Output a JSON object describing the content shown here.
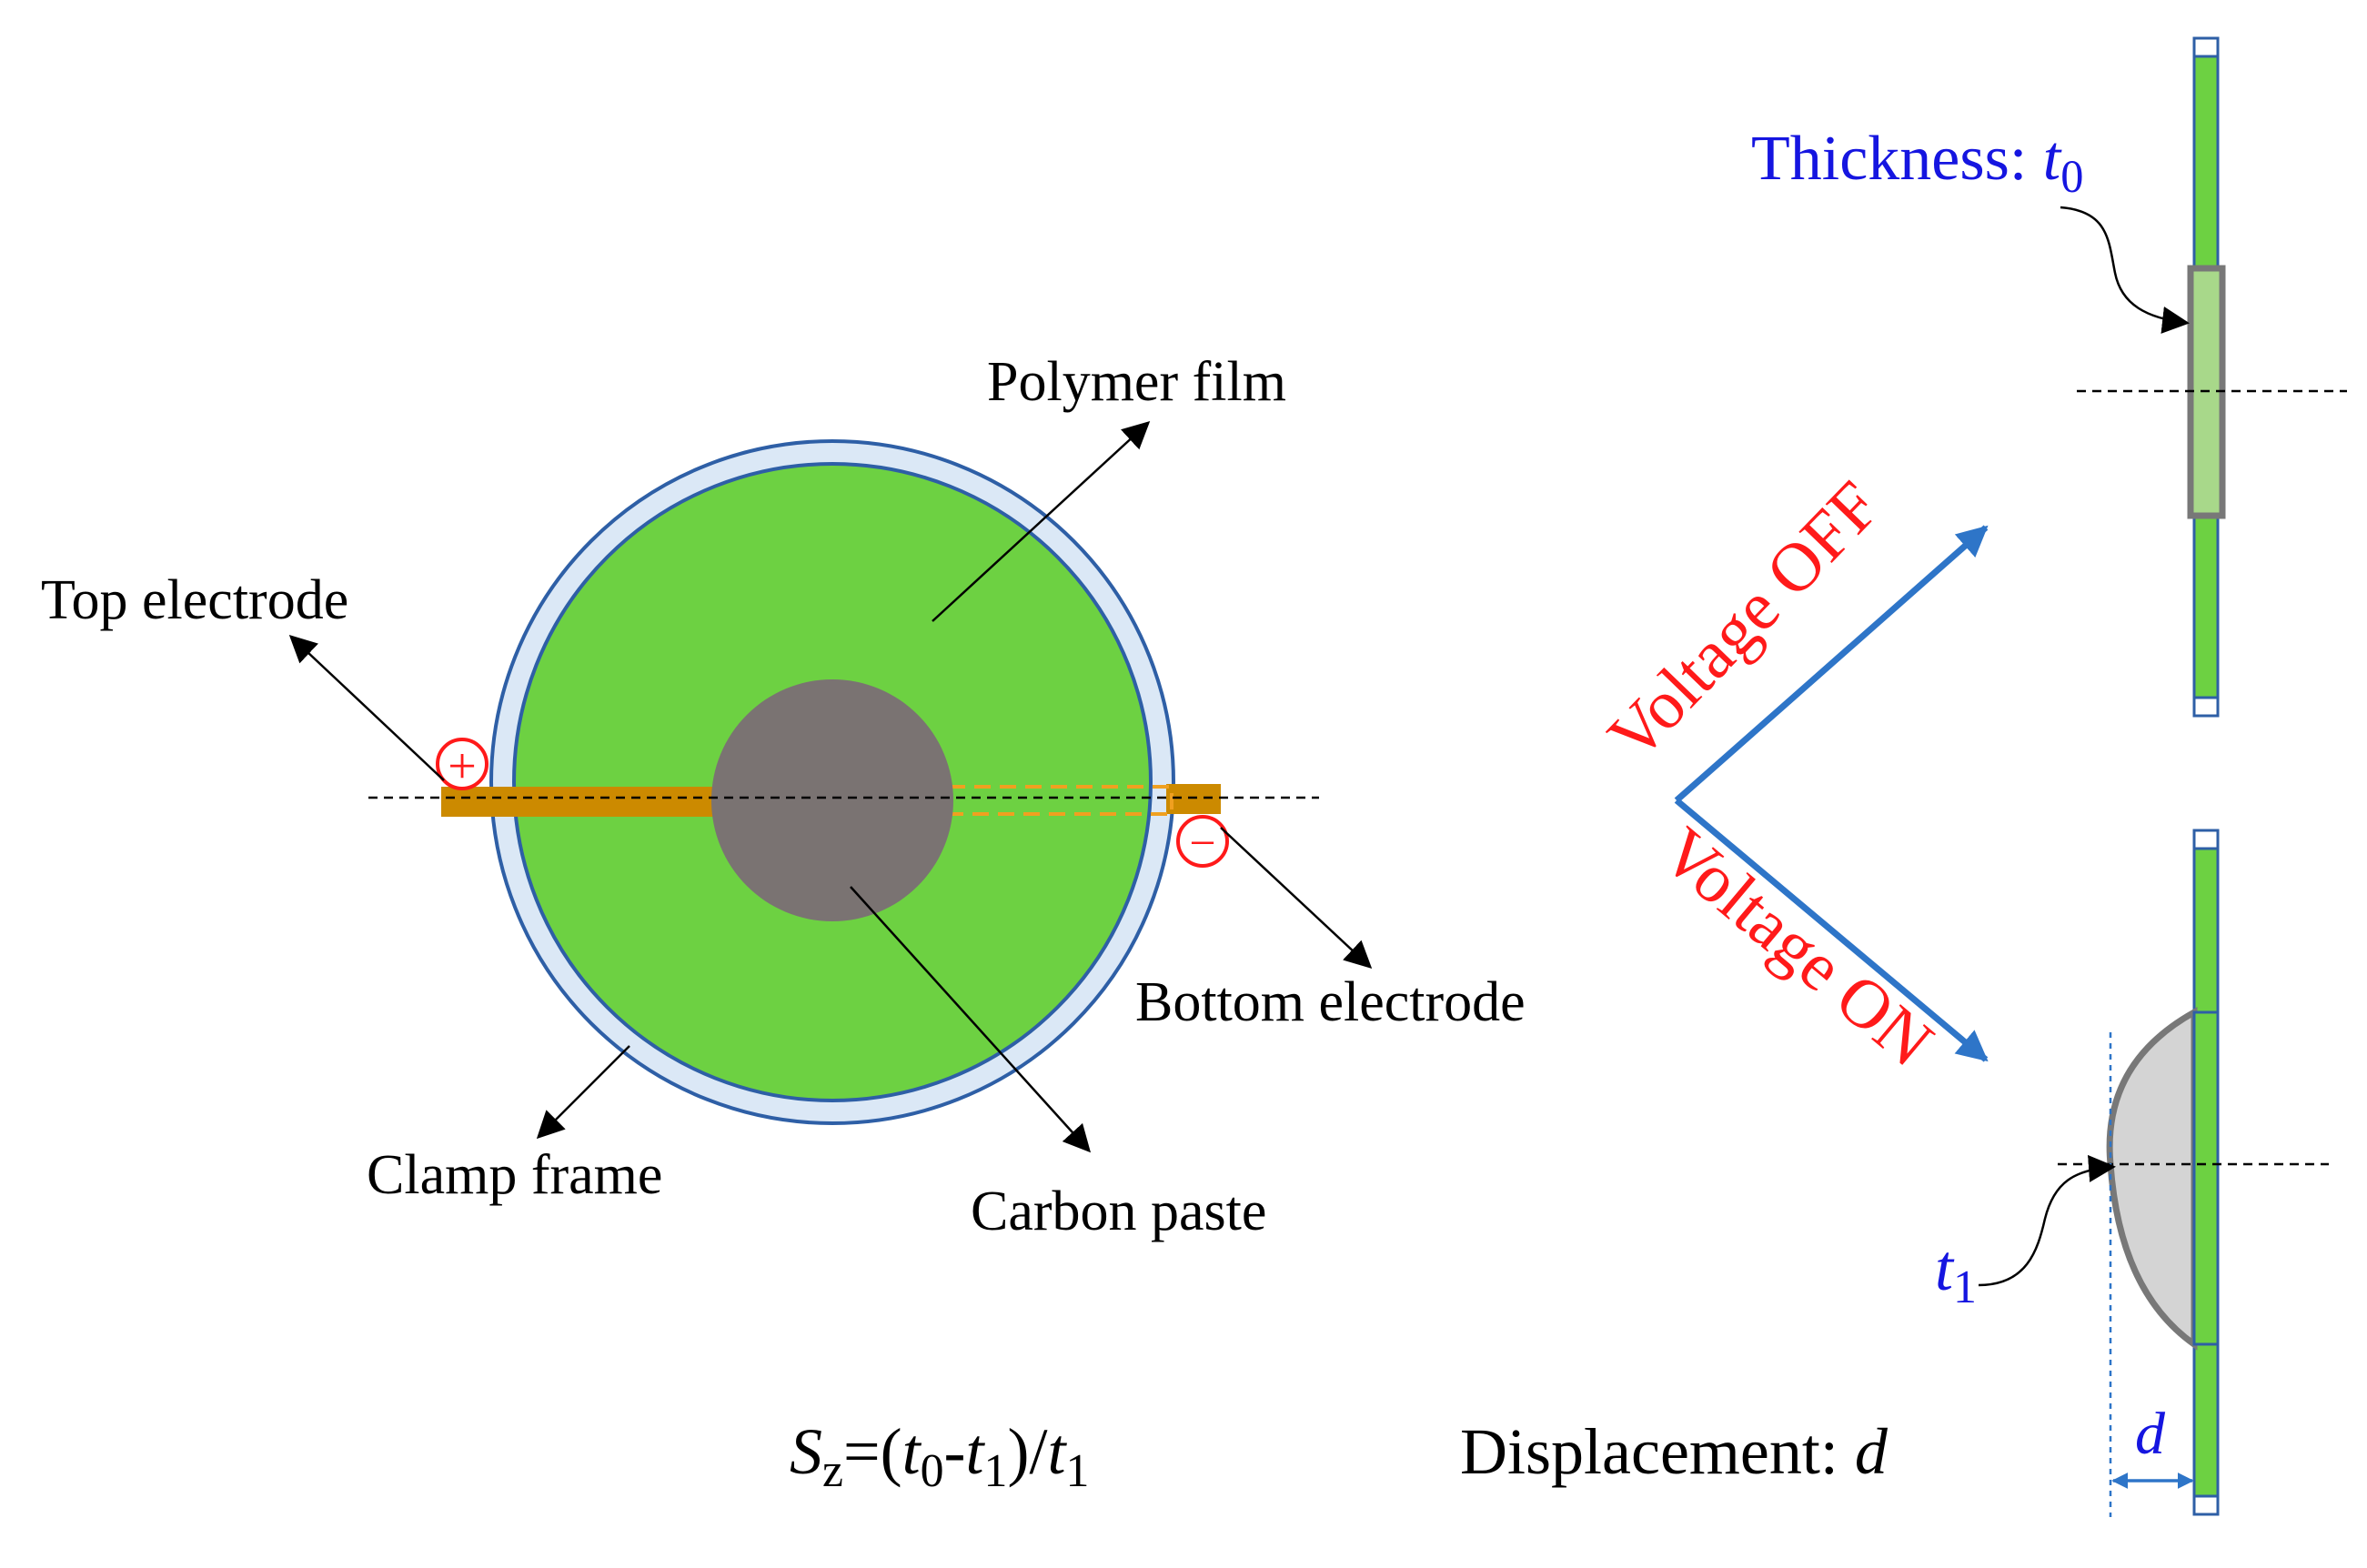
{
  "labels": {
    "polymer_film": "Polymer film",
    "top_electrode": "Top electrode",
    "bottom_electrode": "Bottom electrode",
    "clamp_frame": "Clamp frame",
    "carbon_paste": "Carbon paste"
  },
  "symbols": {
    "plus": "+",
    "minus": "−"
  },
  "states": {
    "off": "Voltage OFF",
    "on": "Voltage ON"
  },
  "thickness": {
    "prefix": "Thickness: ",
    "var": "t",
    "sub": "0"
  },
  "t1": {
    "var": "t",
    "sub": "1"
  },
  "displacement": {
    "label": "Displacement: ",
    "var": "d"
  },
  "d_marker": "d",
  "formula": {
    "s": "S",
    "s_sub": "z",
    "eq_open": "=(",
    "t0_var": "t",
    "t0_sub": "0",
    "minus": "-",
    "t1_var": "t",
    "t1_sub": "1",
    "close_div": ")/",
    "t1b_var": "t",
    "t1b_sub": "1"
  },
  "colors": {
    "polymer_green": "#6dd142",
    "frame_light_blue": "#dbe8f6",
    "frame_outline": "#2e5fa6",
    "carbon_gray": "#7a7372",
    "electrode_gold": "#cc8a00",
    "electrode_dash_orange": "#f0a020",
    "label_blue": "#1515e0",
    "label_red": "#ff1a1a",
    "arrow_blue": "#2e75c8"
  }
}
